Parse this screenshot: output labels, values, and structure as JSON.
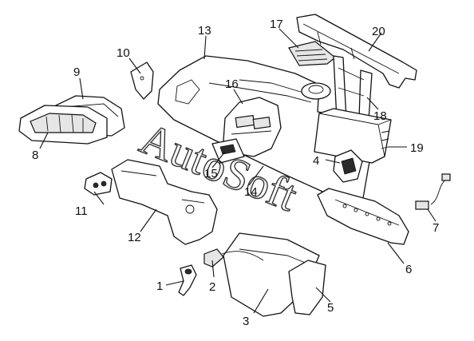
{
  "watermark": "AutoSoft",
  "callouts": [
    "1",
    "2",
    "3",
    "4",
    "5",
    "6",
    "7",
    "8",
    "9",
    "10",
    "11",
    "12",
    "13",
    "14",
    "15",
    "16",
    "17",
    "18",
    "19",
    "20"
  ]
}
